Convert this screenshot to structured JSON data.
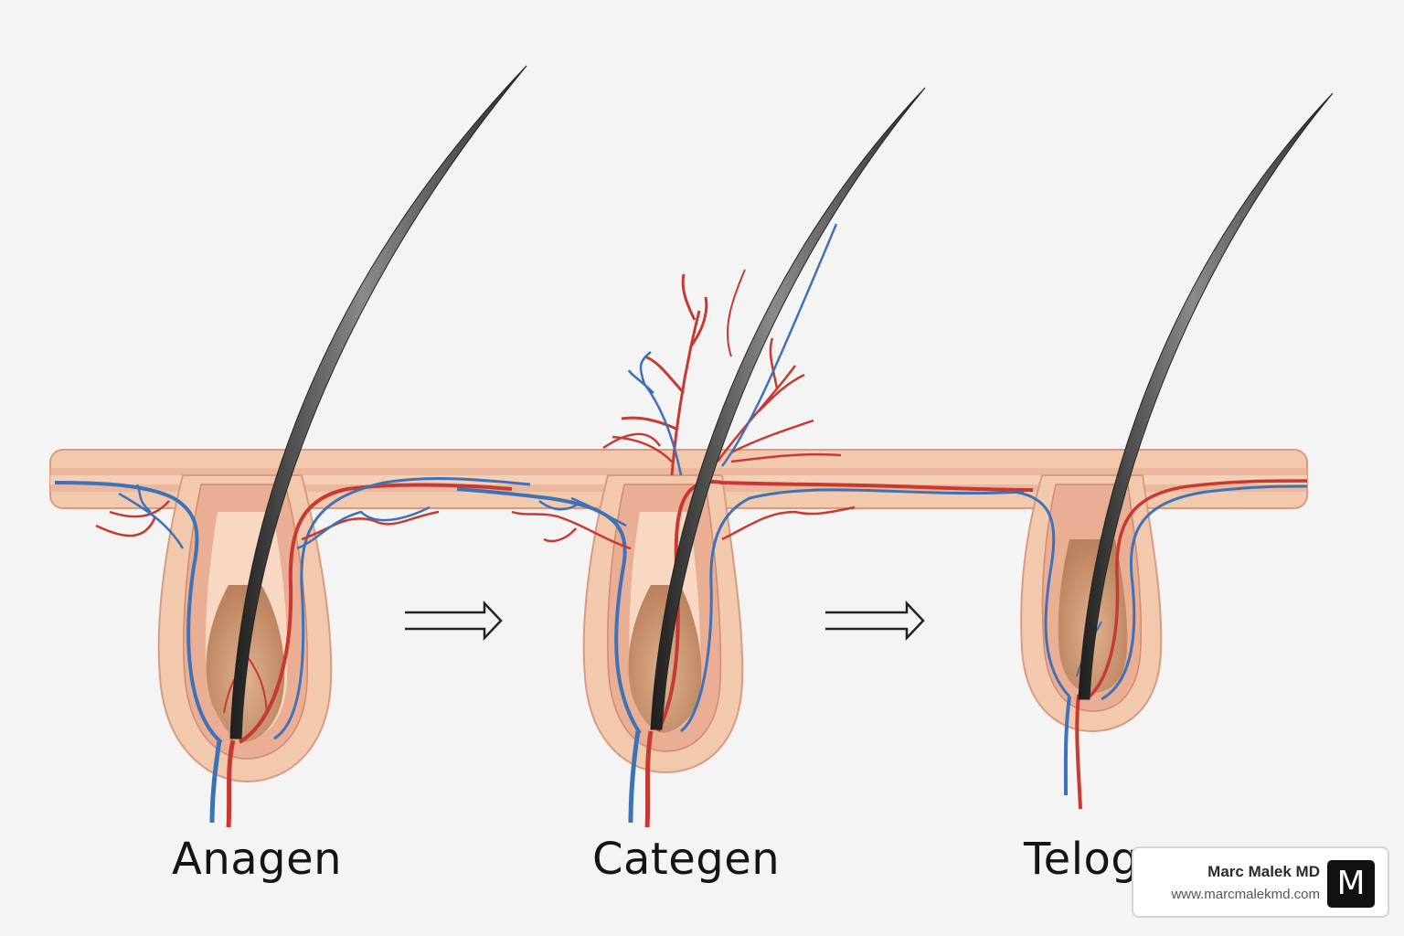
{
  "labels": {
    "anagen": "Anagen",
    "catagen": "Categen",
    "telogen": "Telog"
  },
  "watermark": {
    "name": "Marc Malek MD",
    "url": "www.marcmalekmd.com",
    "logo_letter": "M"
  },
  "colors": {
    "background": "#f4f4f4",
    "skin_outer": "#f3c9ae",
    "skin_mid": "#e6a88c",
    "skin_inner": "#f8d8c2",
    "bulb": "#c98f6a",
    "hair": "#3a3a3a",
    "artery": "#c63a32",
    "vein": "#3e72b8",
    "arrow": "#222222"
  },
  "icons": [
    "right-arrow-icon",
    "right-arrow-icon"
  ]
}
